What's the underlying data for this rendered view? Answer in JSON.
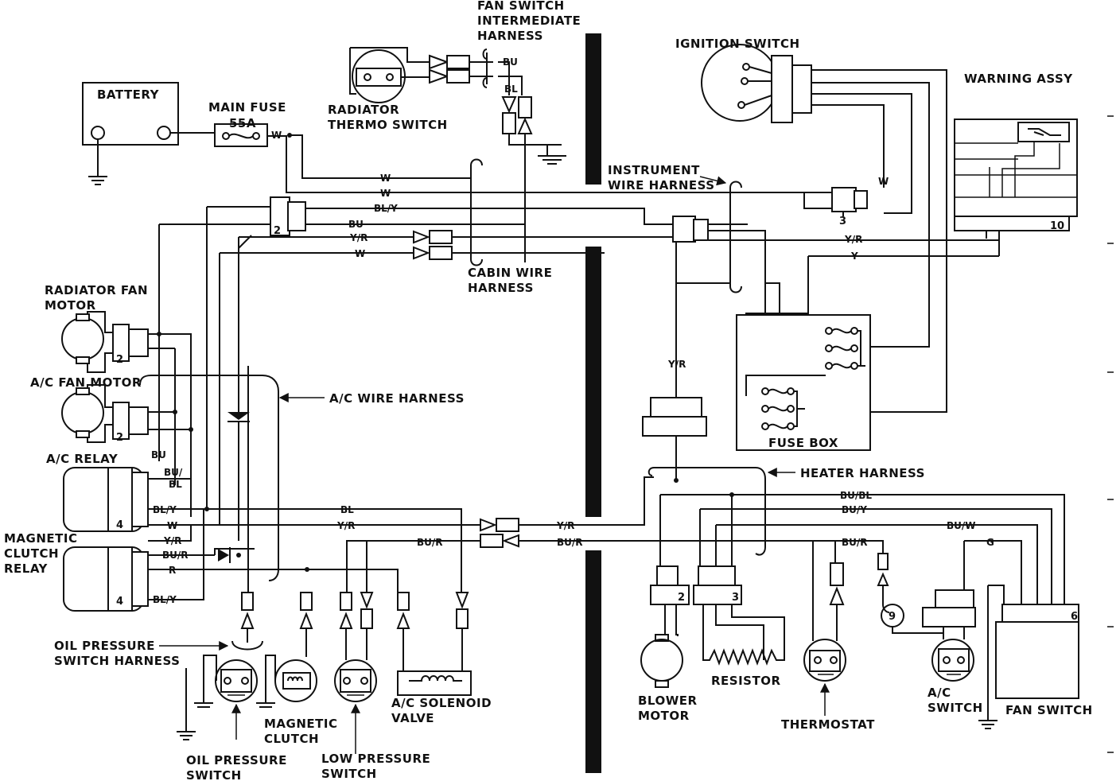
{
  "components": {
    "battery": "BATTERY",
    "main_fuse": [
      "MAIN FUSE"
    ],
    "main_fuse_rating": "55A",
    "radiator_thermo_switch": [
      "RADIATOR",
      "THERMO SWITCH"
    ],
    "fan_switch_intermediate_harness": [
      "FAN SWITCH",
      "INTERMEDIATE",
      "HARNESS"
    ],
    "ignition_switch": "IGNITION SWITCH",
    "warning_assy": "WARNING ASSY",
    "instrument_wire_harness": [
      "INSTRUMENT",
      "WIRE HARNESS"
    ],
    "cabin_wire_harness": [
      "CABIN WIRE",
      "HARNESS"
    ],
    "radiator_fan_motor": [
      "RADIATOR FAN",
      "MOTOR"
    ],
    "ac_fan_motor": "A/C FAN MOTOR",
    "ac_wire_harness": "A/C WIRE HARNESS",
    "ac_relay": "A/C RELAY",
    "magnetic_clutch_relay": [
      "MAGNETIC",
      "CLUTCH",
      "RELAY"
    ],
    "oil_pressure_switch_harness": [
      "OIL PRESSURE",
      "SWITCH HARNESS"
    ],
    "oil_pressure_switch": [
      "OIL PRESSURE",
      "SWITCH"
    ],
    "magnetic_clutch": [
      "MAGNETIC",
      "CLUTCH"
    ],
    "low_pressure_switch": [
      "LOW PRESSURE",
      "SWITCH"
    ],
    "ac_solenoid_valve": [
      "A/C SOLENOID",
      "VALVE"
    ],
    "fuse_box": "FUSE BOX",
    "heater_harness": "HEATER HARNESS",
    "blower_motor": [
      "BLOWER",
      "MOTOR"
    ],
    "resistor": "RESISTOR",
    "thermostat": "THERMOSTAT",
    "ac_switch": [
      "A/C",
      "SWITCH"
    ],
    "fan_switch": "FAN SWITCH"
  },
  "wire_colors": {
    "w": "W",
    "bu": "BU",
    "bl": "BL",
    "bl_y": "BL/Y",
    "y_r": "Y/R",
    "y": "Y",
    "bu_r": "BU/R",
    "r": "R",
    "bu_bl": "BU/BL",
    "bu_y": "BU/Y",
    "bu_w": "BU/W",
    "g": "G",
    "bu_slash": "BU/"
  },
  "pin_counts": {
    "two": "2",
    "three": "3",
    "four": "4",
    "six": "6",
    "ten": "10",
    "nine": "9"
  }
}
